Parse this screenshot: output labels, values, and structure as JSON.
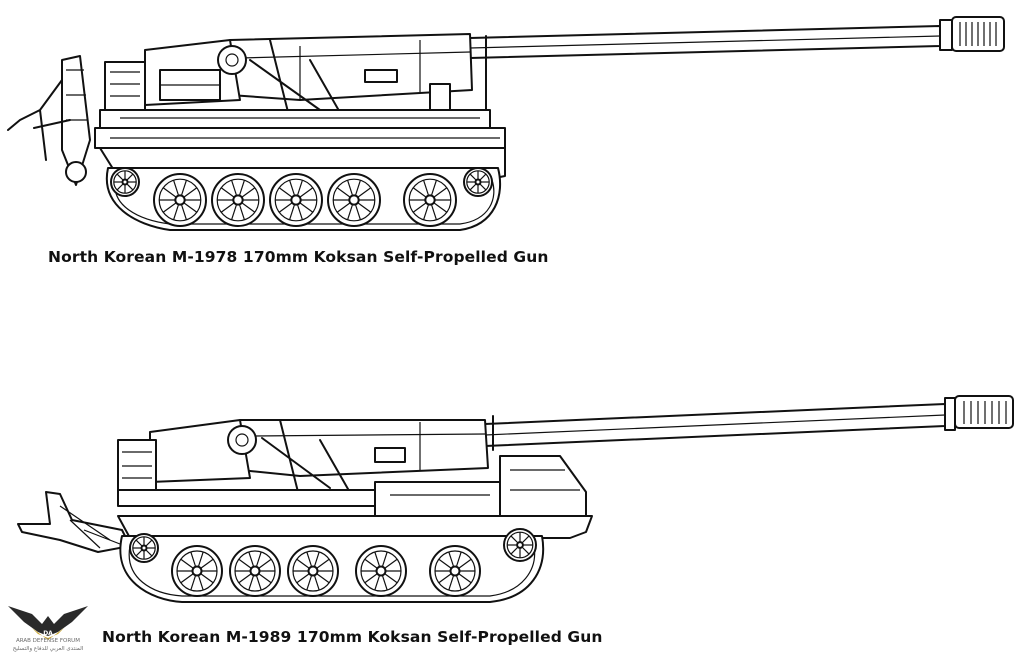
{
  "diagrams": [
    {
      "id": "m1978",
      "caption": "North Korean M-1978 170mm Koksan Self-Propelled Gun"
    },
    {
      "id": "m1989",
      "caption": "North Korean M-1989 170mm Koksan Self-Propelled Gun"
    }
  ],
  "watermark": {
    "monogram": "DA",
    "line1": "ARAB DEFENSE FORUM",
    "line2": "المنتدى العربي للدفاع والتسليح",
    "accent_color": "#c9a227"
  },
  "colors": {
    "ink": "#111111",
    "background": "#ffffff"
  }
}
